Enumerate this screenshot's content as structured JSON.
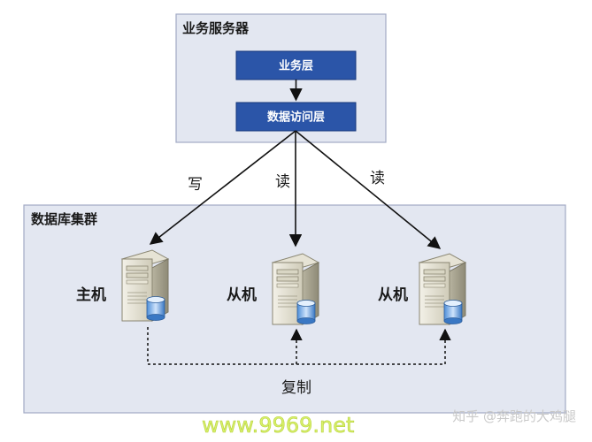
{
  "app_server": {
    "title": "业务服务器",
    "business_layer": "业务层",
    "data_access_layer": "数据访问层"
  },
  "db_cluster": {
    "title": "数据库集群",
    "nodes": [
      {
        "label": "主机"
      },
      {
        "label": "从机"
      },
      {
        "label": "从机"
      }
    ]
  },
  "edges": {
    "write": "写",
    "read_1": "读",
    "read_2": "读",
    "replicate": "复制"
  },
  "watermark": {
    "url": "www.9969.net",
    "credit": "知乎 @奔跑的大鸡腿"
  },
  "colors": {
    "panel_fill": "#e3e7f1",
    "panel_stroke": "#a2aac4",
    "box_fill": "#2b55a8",
    "box_stroke": "#16367a"
  }
}
